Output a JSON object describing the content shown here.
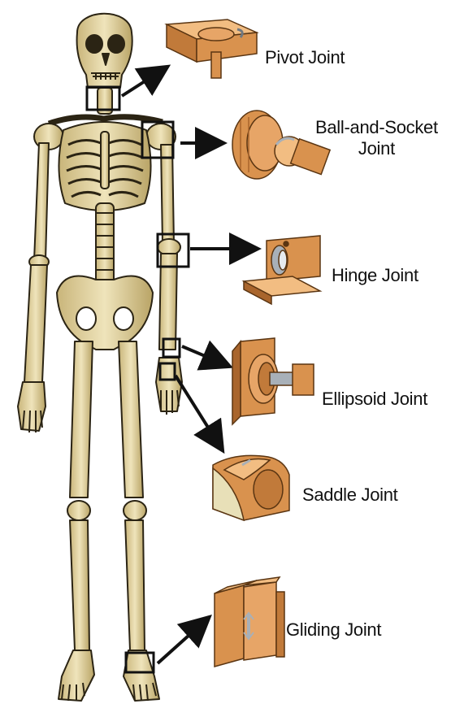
{
  "colors": {
    "bone": "#e8dcae",
    "bone_shadow": "#b8a468",
    "bone_outline": "#2b2414",
    "block": "#d9924e",
    "block_dark": "#a9652c",
    "block_light": "#f2bd82",
    "metal": "#a8b0b8",
    "box": "#111111",
    "arrow": "#111111",
    "text": "#111111"
  },
  "joints": [
    {
      "id": "pivot",
      "label": "Pivot Joint",
      "icon": "pivot-joint-icon"
    },
    {
      "id": "ball-and-socket",
      "label_line1": "Ball-and-Socket",
      "label_line2": "Joint",
      "icon": "ball-and-socket-joint-icon"
    },
    {
      "id": "hinge",
      "label": "Hinge Joint",
      "icon": "hinge-joint-icon"
    },
    {
      "id": "ellipsoid",
      "label": "Ellipsoid Joint",
      "icon": "ellipsoid-joint-icon"
    },
    {
      "id": "saddle",
      "label": "Saddle Joint",
      "icon": "saddle-joint-icon"
    },
    {
      "id": "gliding",
      "label": "Gliding Joint",
      "icon": "gliding-joint-icon"
    }
  ]
}
